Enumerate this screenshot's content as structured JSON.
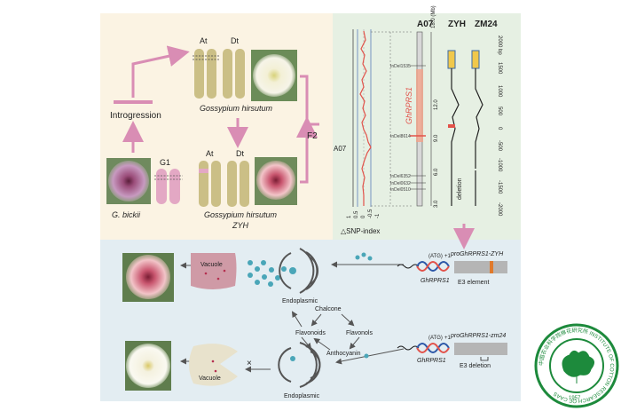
{
  "top_left": {
    "introgression": "Introgression",
    "g1": "G1",
    "g_bickii": "G. bickii",
    "at_top": "At",
    "dt_top": "Dt",
    "gossypium_hirsutum": "Gossypium hirsutum",
    "at_bottom": "At",
    "dt_bottom": "Dt",
    "gossypium_hirsutum_zyh_line1": "Gossypium hirsutum",
    "gossypium_hirsutum_zyh_line2": "ZYH",
    "f2": "F2"
  },
  "snp_panel": {
    "a07_top": "A07",
    "mb_label": "18.0 (Mb)",
    "a07_left": "A07",
    "xlabel": "△SNP-index",
    "x_ticks": [
      "1",
      "0.5",
      "0",
      "-0.5",
      "-1"
    ],
    "mb_ticks": [
      "18.0",
      "12.0",
      "9.0",
      "6.0",
      "3.0"
    ],
    "markers": [
      "InDel1535",
      "InDel8614",
      "InDel6352",
      "InDel0632",
      "InDel0510"
    ],
    "gene": "GhRPRS1"
  },
  "gene_panel": {
    "zyh": "ZYH",
    "zm24": "ZM24",
    "bp_ticks": [
      "2000 bp",
      "1500",
      "1000",
      "500",
      "0",
      "-500",
      "-1000",
      "-1500",
      "-2000"
    ],
    "deletion": "deletion"
  },
  "pathway_top": {
    "vacuole": "Vacuole",
    "endoplasmic": "Endoplasmic",
    "atg": "(ATG)",
    "plus1": "+1",
    "promoter": "proGhRPRS1-ZYH",
    "gene": "GhRPRS1",
    "e3": "E3 element"
  },
  "metabolism": {
    "chalcone": "Chalcone",
    "flavonoids": "Flavonoids",
    "flavonols": "Flavonols",
    "anthocyanin": "Anthocyanin"
  },
  "pathway_bottom": {
    "vacuole": "Vacuole",
    "endoplasmic": "Endoplasmic",
    "cross": "×",
    "atg": "(ATG)",
    "plus1": "+1",
    "promoter": "proGhRPRS1-zm24",
    "gene": "GhRPRS1",
    "e3": "E3 deletion"
  },
  "logo": {
    "ring_text": "中国农业科学院棉花研究所 INSTITUTE OF COTTON RESEARCH OF CAAS",
    "year": "1957"
  },
  "colors": {
    "cream_bg": "#fbf3e3",
    "green_bg": "#e6f0e3",
    "blue_bg": "#e3edf2",
    "arrow_pink": "#d98db4",
    "chromosome": "#cbbf86",
    "accent_red": "#e2524a",
    "logo_green": "#1d8a3c"
  }
}
